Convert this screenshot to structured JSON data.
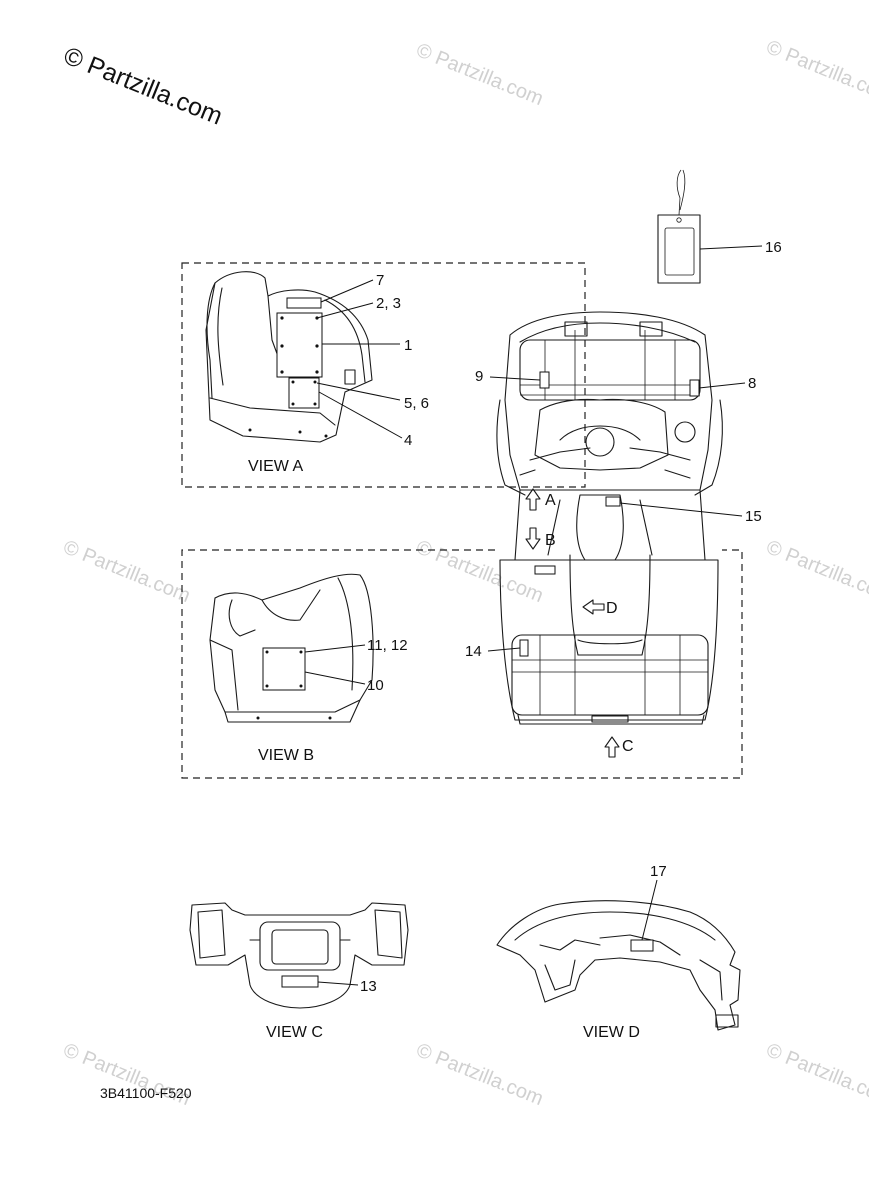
{
  "watermark": {
    "brand": "© Partzilla.com",
    "repeated": "© Partzilla.com"
  },
  "views": {
    "a": "VIEW A",
    "b": "VIEW B",
    "c": "VIEW C",
    "d": "VIEW D"
  },
  "arrows": {
    "a": "A",
    "b": "B",
    "c": "C",
    "d": "D"
  },
  "callouts": {
    "c1": "1",
    "c2_3": "2, 3",
    "c4": "4",
    "c5_6": "5, 6",
    "c7": "7",
    "c8": "8",
    "c9": "9",
    "c10": "10",
    "c11_12": "11, 12",
    "c13": "13",
    "c14": "14",
    "c15": "15",
    "c16": "16",
    "c17": "17"
  },
  "diagram_code": "3B41100-F520"
}
